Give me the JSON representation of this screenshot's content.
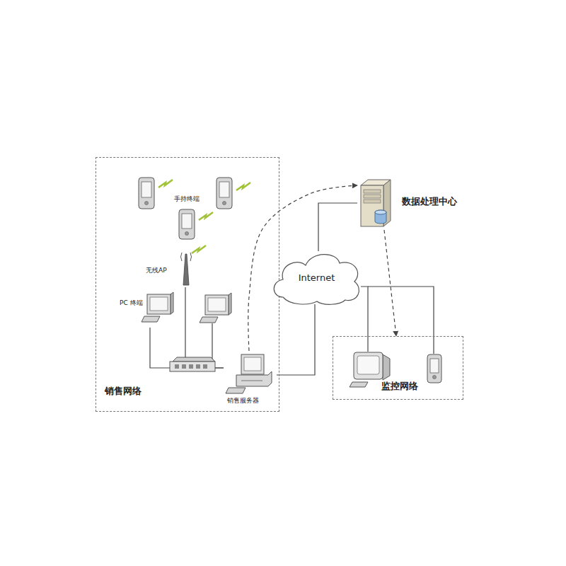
{
  "diagram": {
    "nodes": [
      {
        "text": [
          "销售网络"
        ]
      },
      {
        "text": [
          "手持终端"
        ],
        "in": 0
      },
      {
        "text": [
          "无线AP"
        ],
        "in": 0
      },
      {
        "text": [
          "PC 终端"
        ],
        "in": 0
      },
      {
        "text": [
          "销售服务器"
        ],
        "in": 0
      },
      {
        "text": [
          "Internet"
        ]
      },
      {
        "text": [
          "数据处理中心"
        ]
      },
      {
        "text": [
          "监控网络"
        ]
      }
    ],
    "edges": [
      {
        "from": 4,
        "to": 5,
        "arrow": "none"
      },
      {
        "from": 5,
        "to": 6,
        "arrow": "none"
      },
      {
        "from": 5,
        "to": 7,
        "arrow": "none"
      },
      {
        "from": 4,
        "to": 6,
        "arrow": "to"
      },
      {
        "from": 6,
        "to": 7,
        "arrow": "to"
      },
      {
        "from": 3,
        "to": 4,
        "arrow": "none"
      },
      {
        "from": 2,
        "to": 4,
        "arrow": "none"
      }
    ]
  }
}
